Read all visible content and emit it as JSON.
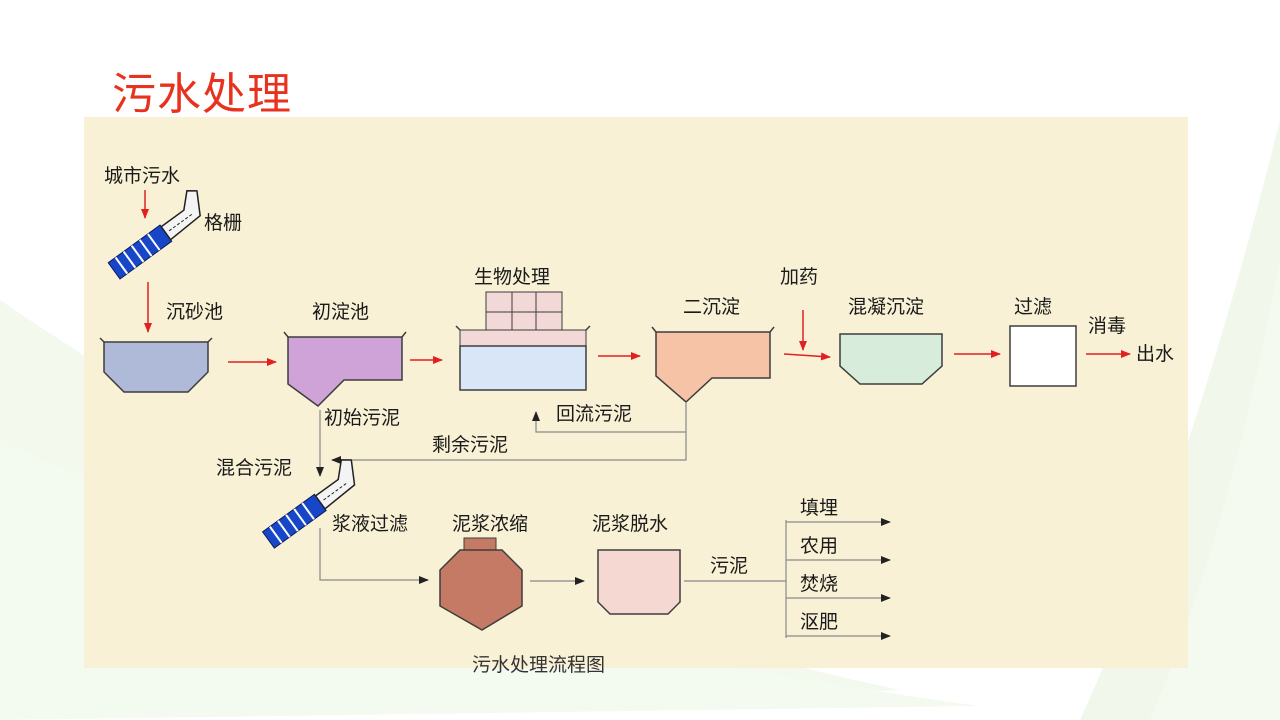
{
  "slide": {
    "title": "污水处理",
    "caption": "污水处理流程图"
  },
  "diagram": {
    "labels": {
      "city_sewage": "城市污水",
      "grille": "格栅",
      "grit_chamber": "沉砂池",
      "primary_settling": "初淀池",
      "bio_treatment": "生物处理",
      "secondary_settling": "二沉淀",
      "add_chemicals": "加药",
      "coag_settling": "混凝沉淀",
      "filtration": "过滤",
      "disinfection": "消毒",
      "effluent": "出水",
      "primary_sludge": "初始污泥",
      "return_sludge": "回流污泥",
      "excess_sludge": "剩余污泥",
      "mixed_sludge": "混合污泥",
      "slurry_filtration": "浆液过滤",
      "slurry_thickening": "泥浆浓缩",
      "slurry_dewatering": "泥浆脱水",
      "sludge": "污泥",
      "landfill": "填埋",
      "agriculture": "农用",
      "incineration": "焚烧",
      "composting": "沤肥"
    }
  },
  "colors": {
    "title": "#e8321e",
    "panel": "#f8f1d5",
    "arrow_red": "#e32020",
    "grit_chamber": "#aebad8",
    "primary_settling": "#cfa2d8",
    "bio_top": "#f3d8d8",
    "bio_tank": "#d9e6f8",
    "secondary_settling": "#f6c3a6",
    "coag_settling": "#d8ecdc",
    "filter": "#ffffff",
    "thickener": "#c47a65",
    "dewatering": "#f6d8d2",
    "grille_blue": "#1846c8"
  }
}
